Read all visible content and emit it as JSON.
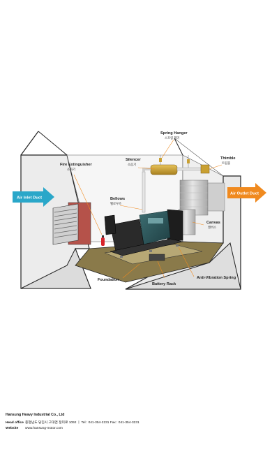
{
  "diagram": {
    "labels": {
      "spring_hanger": {
        "title": "Spring Hanger",
        "sub": "스프링 행거"
      },
      "silencer": {
        "title": "Silencer",
        "sub": "소음기"
      },
      "thimble": {
        "title": "Thimble",
        "sub": "트림블"
      },
      "fire_extinguisher": {
        "title": "Fire Extinguisher",
        "sub": "소화기"
      },
      "bellows": {
        "title": "Bellows",
        "sub": "벨로우즈"
      },
      "canvas": {
        "title": "Canvas",
        "sub": "캔버스"
      },
      "foundation": {
        "title": "Foundation"
      },
      "battery_rack": {
        "title": "Battery Rack"
      },
      "anti_vibration_spring": {
        "title": "Anti-Vibration Spring"
      }
    },
    "ducts": {
      "inlet": "Air Inlet Duct",
      "outlet": "Air Outlet Duct"
    },
    "colors": {
      "inlet_duct": "#2aa7c9",
      "outlet_duct": "#f08a1f",
      "floor": "#8a7a4a",
      "silencer": "#c9a032",
      "louver": "#b5524a"
    }
  },
  "footer": {
    "company": "Hansung Heavy Industrial Co., Ltd",
    "head_office_label": "Head office",
    "head_office_value": "충청남도 당진시 고대면 정미로 1092 ㅣ Tel : 041-354-2231 Fax : 041-354-3231",
    "website_label": "Website",
    "website_value": "www.hansung-motor.com"
  }
}
